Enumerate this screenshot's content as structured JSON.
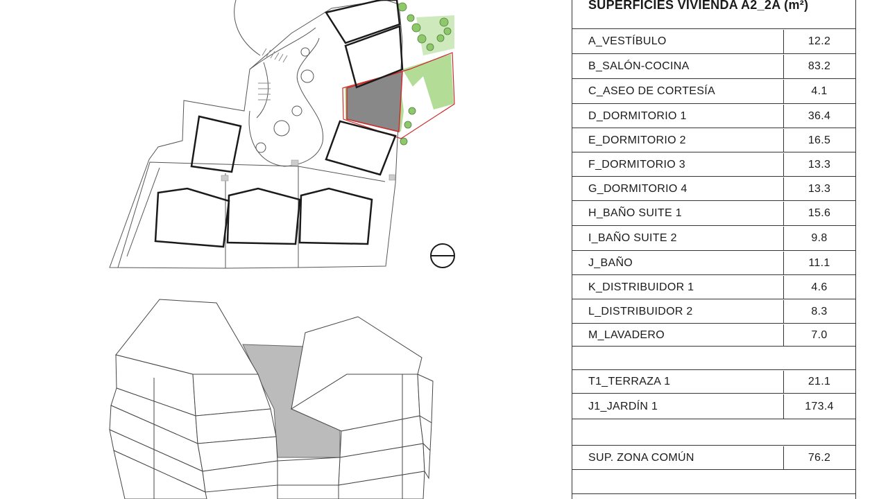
{
  "table": {
    "title": "SUPERFICIES VIVIENDA A2_2A (m²)",
    "rooms": [
      {
        "label": "A_VESTÍBULO",
        "value": "12.2"
      },
      {
        "label": "B_SALÓN-COCINA",
        "value": "83.2"
      },
      {
        "label": "C_ASEO DE CORTESÍA",
        "value": "4.1"
      },
      {
        "label": "D_DORMITORIO 1",
        "value": "36.4"
      },
      {
        "label": "E_DORMITORIO 2",
        "value": "16.5"
      },
      {
        "label": "F_DORMITORIO 3",
        "value": "13.3"
      },
      {
        "label": "G_DORMITORIO 4",
        "value": "13.3"
      },
      {
        "label": "H_BAÑO SUITE 1",
        "value": "15.6"
      },
      {
        "label": "I_BAÑO SUITE 2",
        "value": "9.8"
      },
      {
        "label": "J_BAÑO",
        "value": "11.1"
      },
      {
        "label": "K_DISTRIBUIDOR 1",
        "value": "4.6"
      },
      {
        "label": "L_DISTRIBUIDOR 2",
        "value": "8.3"
      },
      {
        "label": "M_LAVADERO",
        "value": "7.0"
      }
    ],
    "exterior": [
      {
        "label": "T1_TERRAZA 1",
        "value": "21.1"
      },
      {
        "label": "J1_JARDÍN 1",
        "value": "173.4"
      }
    ],
    "common": {
      "label": "SUP. ZONA COMÚN",
      "value": "76.2"
    }
  },
  "colors": {
    "unit_highlight": "#888888",
    "garden_green": "#a6d785",
    "highlight_outline": "#cc2a2a",
    "line": "#222222"
  },
  "icons": [
    "north-arrow-icon"
  ]
}
